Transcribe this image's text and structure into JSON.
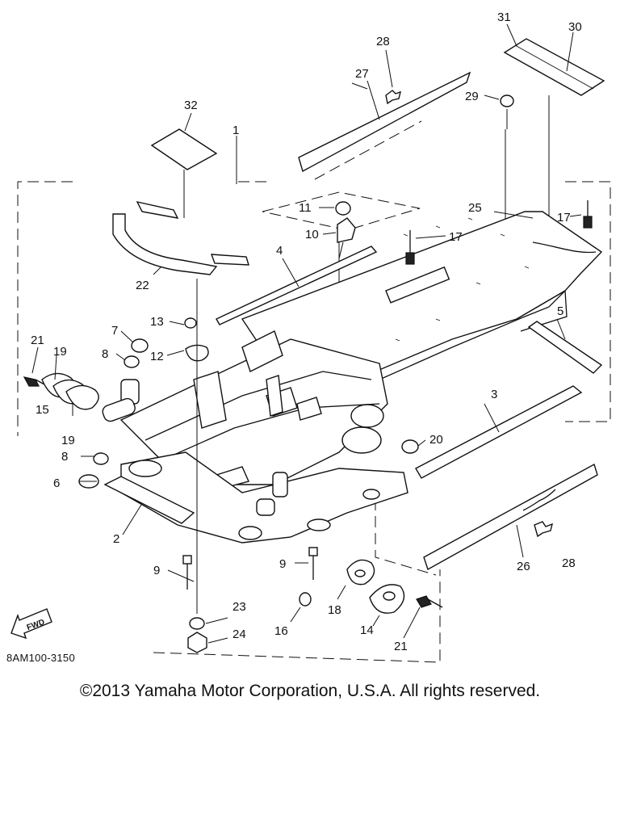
{
  "diagram": {
    "callouts": {
      "c1": "1",
      "c2": "2",
      "c3": "3",
      "c4": "4",
      "c5": "5",
      "c6": "6",
      "c7": "7",
      "c8a": "8",
      "c8b": "8",
      "c9a": "9",
      "c9b": "9",
      "c10": "10",
      "c11": "11",
      "c12": "12",
      "c13": "13",
      "c14": "14",
      "c15": "15",
      "c16": "16",
      "c17a": "17",
      "c17b": "17",
      "c18": "18",
      "c19a": "19",
      "c19b": "19",
      "c20": "20",
      "c21a": "21",
      "c21b": "21",
      "c22": "22",
      "c23": "23",
      "c24": "24",
      "c25": "25",
      "c26": "26",
      "c27": "27",
      "c28a": "28",
      "c28b": "28",
      "c29": "29",
      "c30": "30",
      "c31": "31",
      "c32": "32"
    },
    "fwd_label": "FWD",
    "drawing_code": "8AM100-3150"
  },
  "footer": {
    "copyright": "©2013 Yamaha Motor Corporation, U.S.A. All rights reserved."
  }
}
